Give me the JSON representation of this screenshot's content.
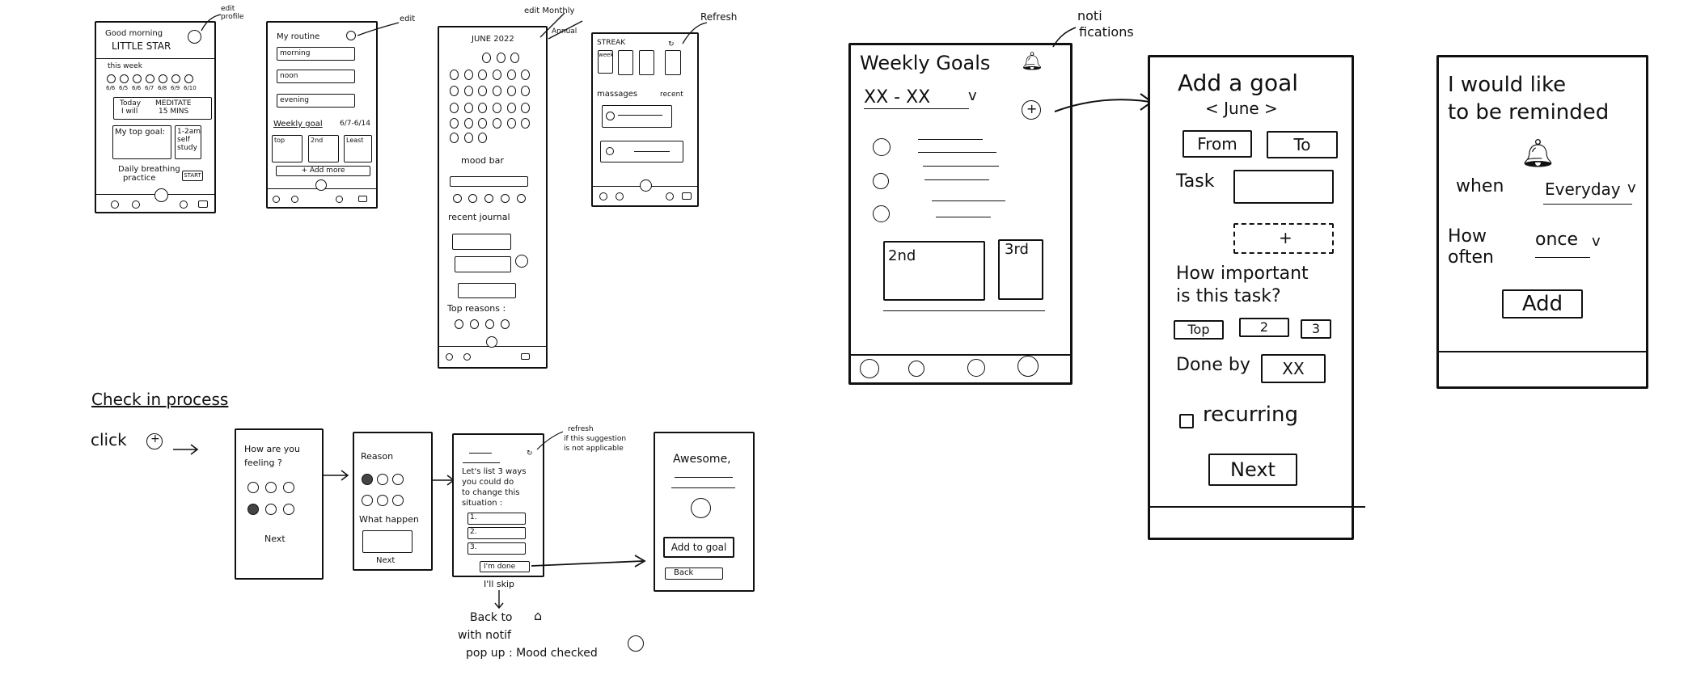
{
  "home": {
    "greeting_line1": "Good morning",
    "greeting_line2": "LITTLE STAR",
    "edit_profile_note": "edit profile",
    "this_week": "this week",
    "week_dates": [
      "6/6",
      "6/5",
      "6/6",
      "6/7",
      "6/8",
      "6/9",
      "6/10"
    ],
    "today_line1": "Today",
    "today_line2": "I will",
    "today_task_line1": "MEDITATE",
    "today_task_line2": "15 MINS",
    "top_goal": "My top goal:",
    "side_goal": "1-2am self study",
    "practice_line1": "Daily breathing",
    "practice_line2": "practice",
    "start_button": "START"
  },
  "routine": {
    "title": "My routine",
    "edit_note": "edit",
    "slots": [
      "morning",
      "noon",
      "evening"
    ],
    "weekly_goal": "Weekly goal",
    "weekly_range": "6/7-6/14",
    "rank_cards": [
      "top",
      "2nd",
      "Least"
    ],
    "add_more": "+ Add more"
  },
  "monthly": {
    "title": "JUNE 2022",
    "note_monthly": "edit Monthly",
    "note_annual": "Annual",
    "mood_bar": "mood bar",
    "recent_journal": "recent journal",
    "top_reasons": "Top reasons :"
  },
  "streak": {
    "title": "STREAK",
    "refresh_note": "Refresh",
    "first_card": "week",
    "messages": "massages",
    "recent": "recent"
  },
  "weekly_goals": {
    "title": "Weekly Goals",
    "range": "XX - XX",
    "notifications_note_line1": "noti",
    "notifications_note_line2": "fications",
    "card_2nd": "2nd",
    "card_3rd": "3rd"
  },
  "add_goal": {
    "title": "Add a goal",
    "month": "< June >",
    "from": "From",
    "to": "To",
    "task": "Task",
    "question_line1": "How important",
    "question_line2": "is this task?",
    "priority_top": "Top",
    "priority_2": "2",
    "priority_3": "3",
    "done_by": "Done by",
    "done_by_value": "XX",
    "recurring": "recurring",
    "next": "Next"
  },
  "reminder": {
    "line1": "I would like",
    "line2": "to be reminded",
    "when": "when",
    "when_value": "Everyday",
    "how_often_line1": "How",
    "how_often_line2": "often",
    "how_often_value": "once",
    "add": "Add"
  },
  "check_in": {
    "heading": "Check in process",
    "click": "click",
    "feeling_line1": "How are you",
    "feeling_line2": "feeling ?",
    "next1": "Next",
    "reason": "Reason",
    "what_happen": "What happen",
    "next2": "Next",
    "suggest_line1": "Let's list 3 ways",
    "suggest_line2": "you could do",
    "suggest_line3": "to change this",
    "suggest_line4": "situation :",
    "items": [
      "1.",
      "2.",
      "3."
    ],
    "done": "I'm done",
    "skip": "I'll skip",
    "refresh_note_line1": "refresh",
    "refresh_note_line2": "if this suggestion",
    "refresh_note_line3": "is not applicable",
    "awesome": "Awesome,",
    "add_to_goal": "Add to goal",
    "back": "Back",
    "back_home_line1": "Back to",
    "back_home_line2": "with notif",
    "back_home_line3": "pop up : Mood checked"
  }
}
